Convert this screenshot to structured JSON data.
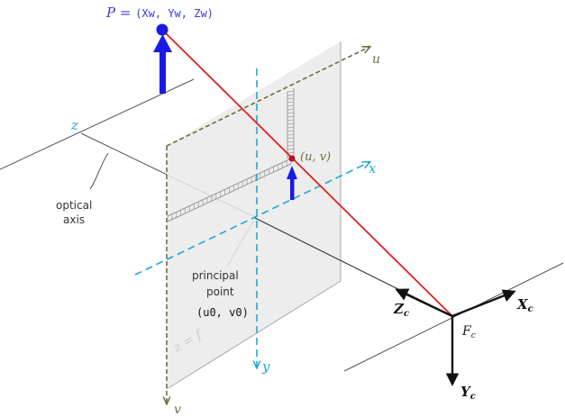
{
  "labels": {
    "point_prefix": "P = ",
    "point_coords": "(Xw, Yw, Zw)",
    "image_point": "(u, v)",
    "u_axis": "u",
    "v_axis": "v",
    "x_axis": "x",
    "y_axis": "y",
    "z_axis": "z",
    "optical_axis_line1": "optical",
    "optical_axis_line2": "axis",
    "principal_line1": "principal",
    "principal_line2": "point",
    "principal_coords": "(u0, v0)",
    "cam_x": "X",
    "cam_x_sub": "c",
    "cam_y": "Y",
    "cam_y_sub": "c",
    "cam_z": "Z",
    "cam_z_sub": "c",
    "frame": "F",
    "frame_sub": "c",
    "plane_eq": "z = f"
  },
  "colors": {
    "point_blue": "#1a1ae6",
    "label_blue": "#3a3ad8",
    "ray_red": "#e02020",
    "cyan_axis": "#1fa8d8",
    "olive": "#6f6f3c",
    "plane_fill": "#eaeaea",
    "plane_edge": "#9a9a9a",
    "camera_axis": "#111111",
    "text_dark": "#333333"
  }
}
